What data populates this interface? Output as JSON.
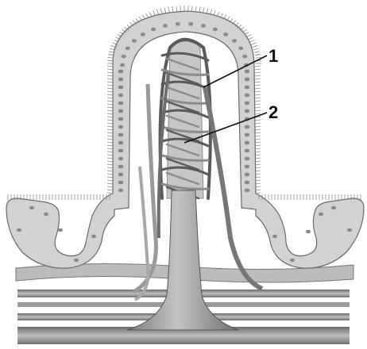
{
  "figure": {
    "labels": [
      {
        "id": "1",
        "text": "1"
      },
      {
        "id": "2",
        "text": "2"
      }
    ]
  },
  "colors": {
    "epithelium_fill": "#cfcfcf",
    "epithelium_stroke": "#6e6e6e",
    "nucleus": "#8a8a8a",
    "vessel_dark": "#5a5a5a",
    "vessel_mid": "#8c8c8c",
    "vessel_light": "#b8b8b8",
    "lacteal": "#a9a9a9",
    "leader_line": "#111111"
  }
}
